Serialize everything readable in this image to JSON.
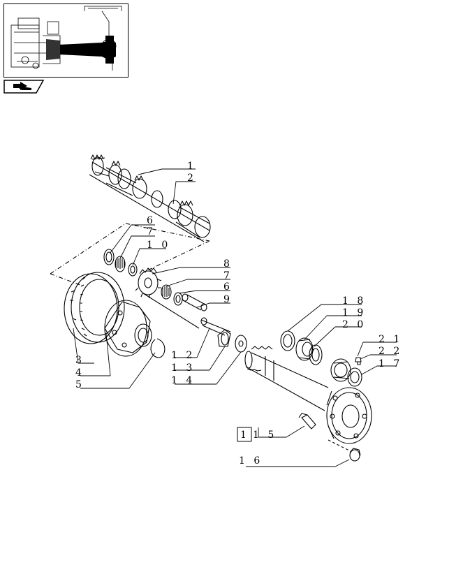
{
  "callouts": {
    "c1": "1",
    "c2": "2",
    "c6a": "6",
    "c7a": "7",
    "c10": "1 0",
    "c8": "8",
    "c7b": "7",
    "c6b": "6",
    "c9": "9",
    "c18": "1 8",
    "c19": "1 9",
    "c20": "2 0",
    "c21": "2 1",
    "c22": "2 2",
    "c17": "1 7",
    "c3": "3",
    "c4": "4",
    "c5": "5",
    "c12": "1 2",
    "c13": "1 3",
    "c14": "1 4",
    "c15": "1 5",
    "c16": "1 6",
    "ref_box": "1"
  },
  "icons": {
    "nav": "arrow-left-icon"
  }
}
